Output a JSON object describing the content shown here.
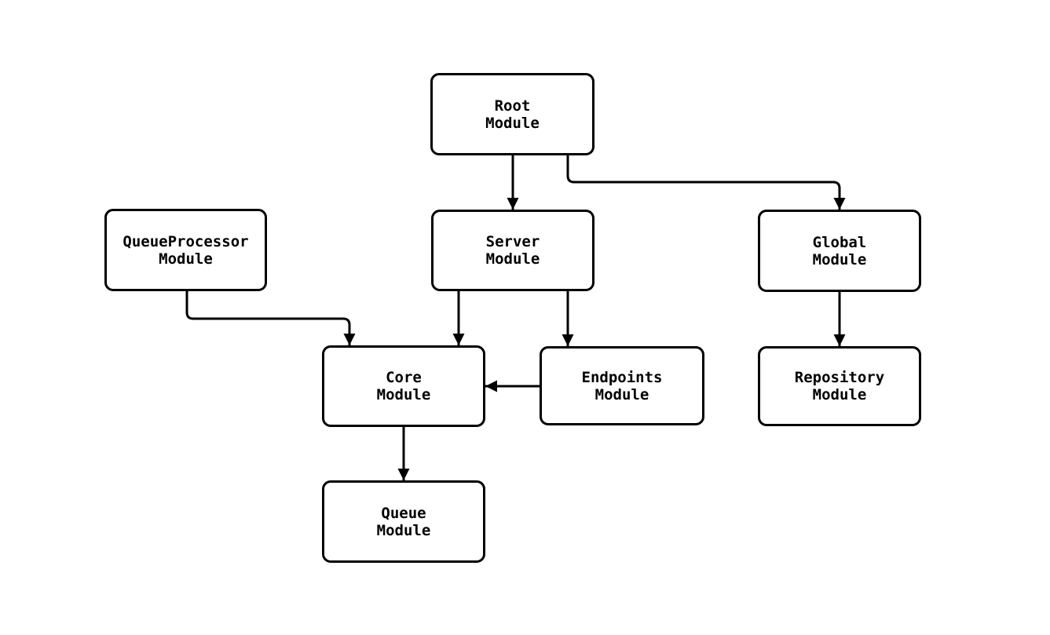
{
  "diagram": {
    "background_color": "#ffffff",
    "stroke_color": "#000000",
    "text_color": "#000000",
    "nodes": [
      {
        "id": "root",
        "label": "Root\nModule"
      },
      {
        "id": "queueprocessor",
        "label": "QueueProcessor\nModule"
      },
      {
        "id": "server",
        "label": "Server\nModule"
      },
      {
        "id": "global",
        "label": "Global\nModule"
      },
      {
        "id": "core",
        "label": "Core\nModule"
      },
      {
        "id": "endpoints",
        "label": "Endpoints\nModule"
      },
      {
        "id": "repository",
        "label": "Repository\nModule"
      },
      {
        "id": "queue",
        "label": "Queue\nModule"
      }
    ],
    "edges": [
      {
        "from": "Root Module",
        "to": "Server Module"
      },
      {
        "from": "Root Module",
        "to": "Global Module"
      },
      {
        "from": "QueueProcessor Module",
        "to": "Core Module"
      },
      {
        "from": "Server Module",
        "to": "Core Module"
      },
      {
        "from": "Server Module",
        "to": "Endpoints Module"
      },
      {
        "from": "Endpoints Module",
        "to": "Core Module"
      },
      {
        "from": "Global Module",
        "to": "Repository Module"
      },
      {
        "from": "Core Module",
        "to": "Queue Module"
      }
    ]
  }
}
